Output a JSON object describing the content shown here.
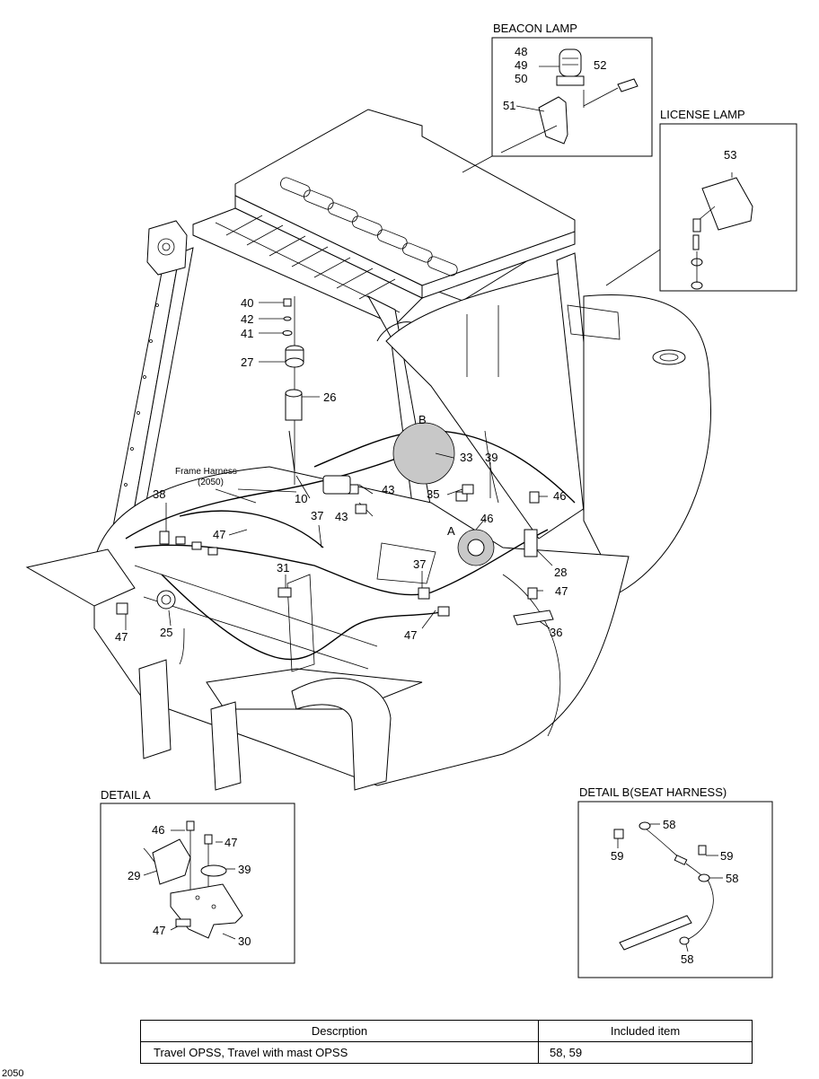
{
  "callouts": {
    "beacon_lamp": "BEACON LAMP",
    "license_lamp": "LICENSE LAMP",
    "detail_a": "DETAIL A",
    "detail_b": "DETAIL B(SEAT HARNESS)",
    "frame_harness": "Frame Harness",
    "frame_harness_code": "(2050)",
    "marker_a": "A",
    "marker_b": "B"
  },
  "part_numbers": {
    "p48": "48",
    "p49": "49",
    "p50": "50",
    "p51": "51",
    "p52": "52",
    "p53": "53",
    "p40": "40",
    "p42": "42",
    "p41": "41",
    "p27": "27",
    "p26": "26",
    "p10": "10",
    "p43a": "43",
    "p43b": "43",
    "p33": "33",
    "p39": "39",
    "p35": "35",
    "p46a": "46",
    "p46b": "46",
    "p38": "38",
    "p47a": "47",
    "p37a": "37",
    "p31": "31",
    "p47b": "47",
    "p25": "25",
    "p37b": "37",
    "p47c": "47",
    "p28": "28",
    "p47d": "47",
    "p36": "36",
    "da_46": "46",
    "da_47a": "47",
    "da_29": "29",
    "da_39": "39",
    "da_47b": "47",
    "da_30": "30",
    "db_58a": "58",
    "db_59a": "59",
    "db_59b": "59",
    "db_58b": "58",
    "db_58c": "58"
  },
  "table": {
    "headers": [
      "Descrption",
      "Included item"
    ],
    "rows": [
      {
        "description": "Travel OPSS, Travel with mast OPSS",
        "items": "58, 59"
      }
    ]
  },
  "page_number": "2050"
}
